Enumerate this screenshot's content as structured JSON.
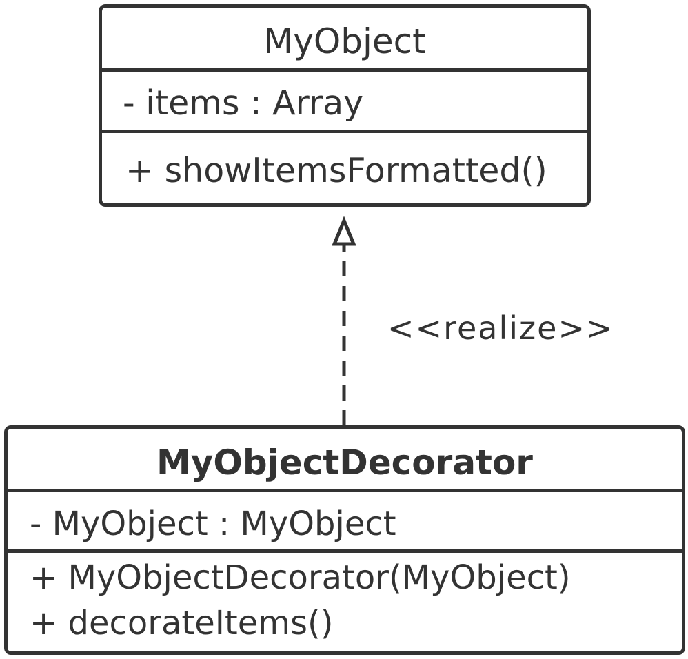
{
  "diagram": {
    "type": "uml-class-diagram",
    "stroke_color": "#333333",
    "background_color": "#ffffff",
    "classes": [
      {
        "id": "top",
        "name": "MyObject",
        "attributes": [
          "- items : Array"
        ],
        "methods": [
          "+ showItemsFormatted()"
        ]
      },
      {
        "id": "bottom",
        "name": "MyObjectDecorator",
        "attributes": [
          "- MyObject : MyObject"
        ],
        "methods": [
          "+ MyObjectDecorator(MyObject)",
          "+ decorateItems()"
        ]
      }
    ],
    "relations": [
      {
        "type": "realization",
        "from": "MyObjectDecorator",
        "to": "MyObject",
        "line_style": "dashed",
        "arrowhead": "hollow-triangle",
        "label": "<<realize>>"
      }
    ]
  }
}
